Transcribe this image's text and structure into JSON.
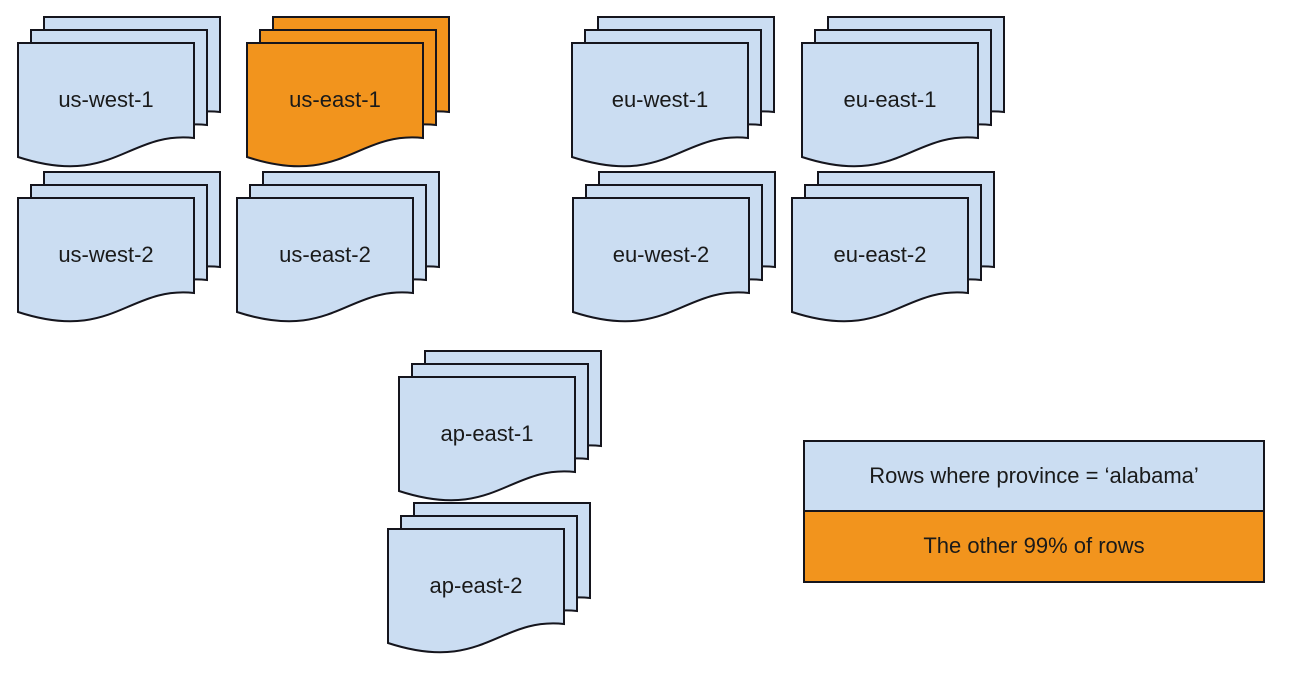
{
  "colors": {
    "page_bg": "#ffffff",
    "sheet_blue": "#CBDDF2",
    "sheet_orange": "#F2941D",
    "outline": "#15151d"
  },
  "regions": [
    {
      "id": "us-west-1",
      "label": "us-west-1",
      "highlighted": false
    },
    {
      "id": "us-east-1",
      "label": "us-east-1",
      "highlighted": true
    },
    {
      "id": "eu-west-1",
      "label": "eu-west-1",
      "highlighted": false
    },
    {
      "id": "eu-east-1",
      "label": "eu-east-1",
      "highlighted": false
    },
    {
      "id": "us-west-2",
      "label": "us-west-2",
      "highlighted": false
    },
    {
      "id": "us-east-2",
      "label": "us-east-2",
      "highlighted": false
    },
    {
      "id": "eu-west-2",
      "label": "eu-west-2",
      "highlighted": false
    },
    {
      "id": "eu-east-2",
      "label": "eu-east-2",
      "highlighted": false
    },
    {
      "id": "ap-east-1",
      "label": "ap-east-1",
      "highlighted": false
    },
    {
      "id": "ap-east-2",
      "label": "ap-east-2",
      "highlighted": false
    }
  ],
  "legend": {
    "items": [
      {
        "label": "Rows where province = ‘alabama’",
        "fill": "#CBDDF2"
      },
      {
        "label": "The other 99% of rows",
        "fill": "#F2941D"
      }
    ]
  }
}
